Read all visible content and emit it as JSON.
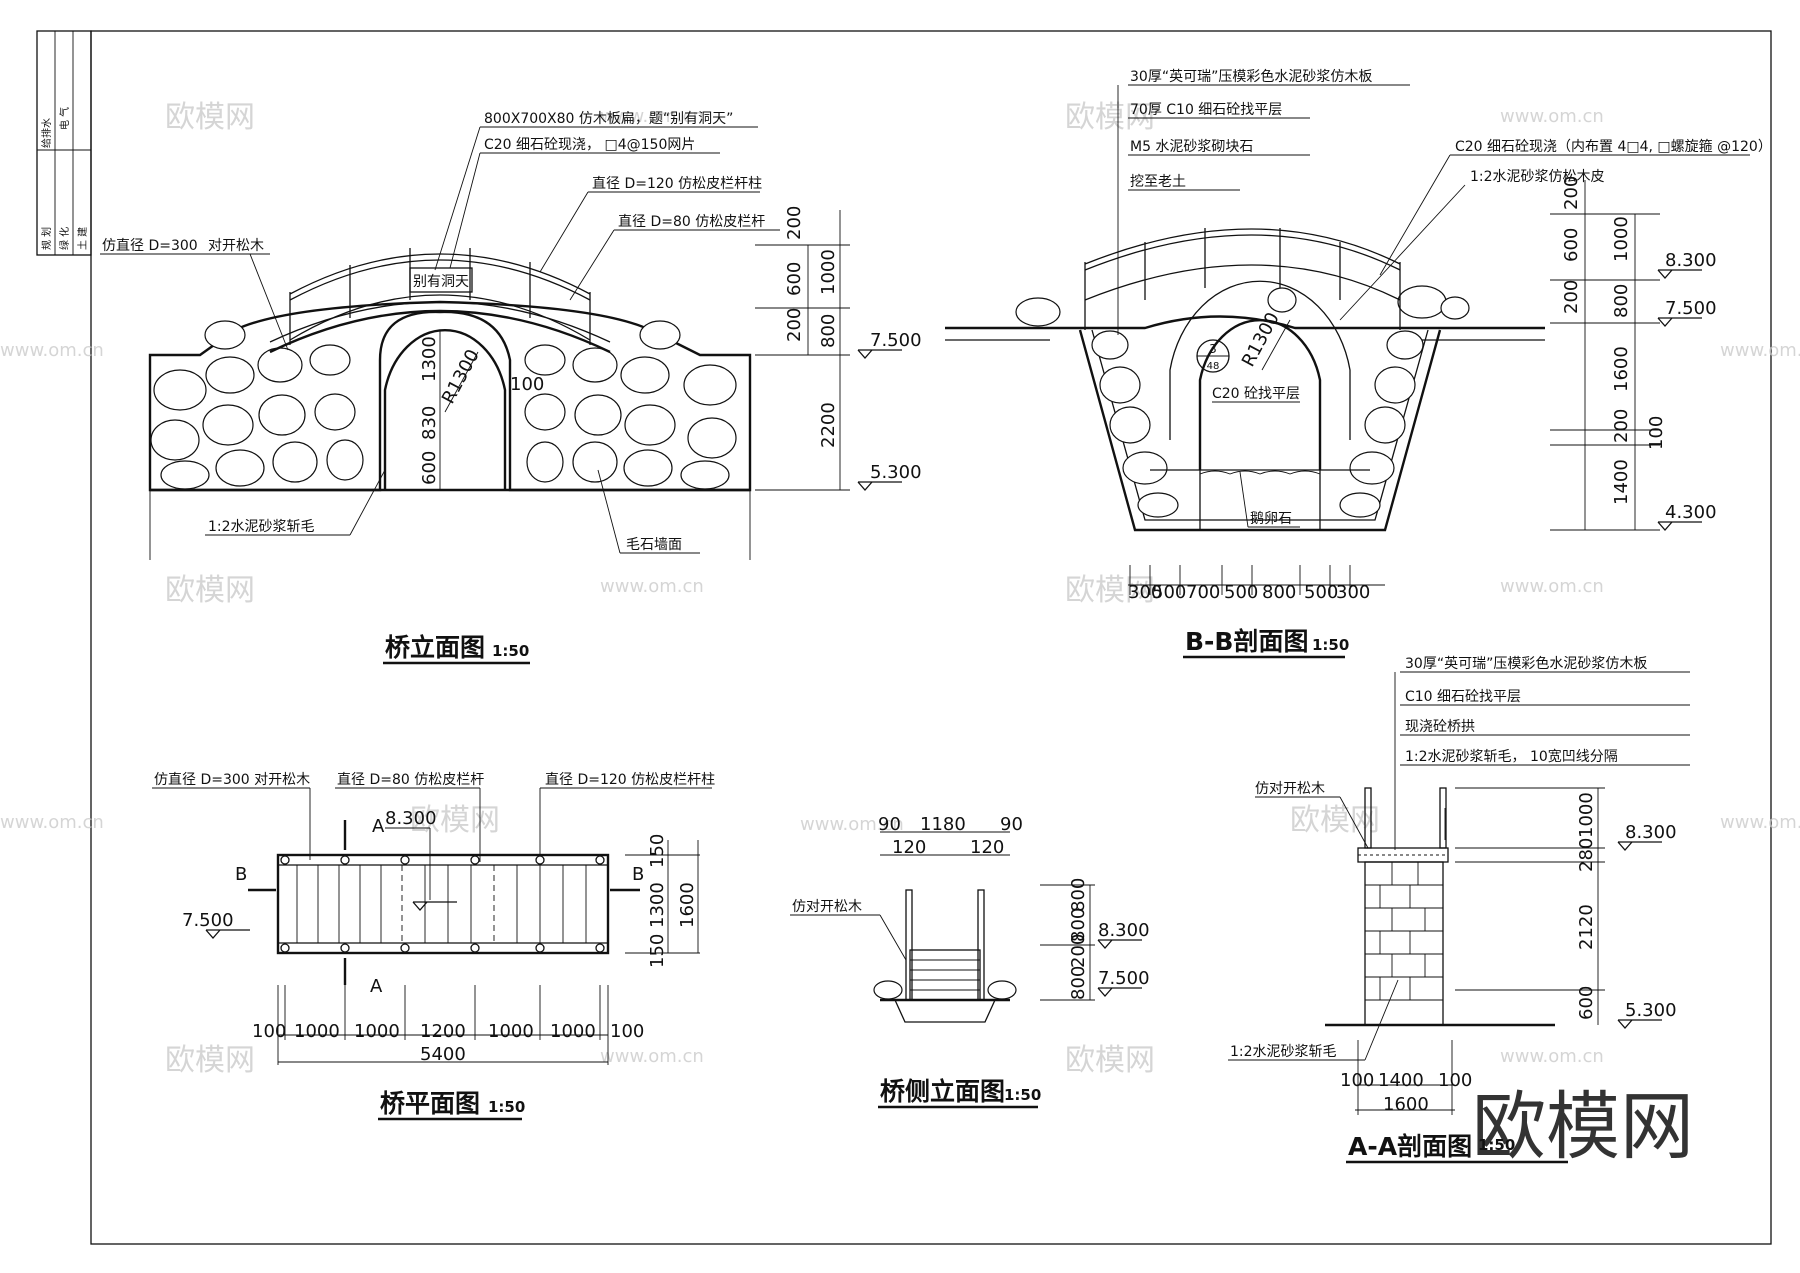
{
  "title_block": {
    "cells_top": [
      "给排水",
      "电 气"
    ],
    "cells_bottom": [
      "规 划",
      "绿 化",
      "土 建"
    ]
  },
  "watermark": {
    "brand": "欧模网",
    "url": "www.om.cn",
    "big": "欧模网"
  },
  "elevation": {
    "title": "桥立面图",
    "scale": "1:50",
    "notes": [
      "800X700X80  仿木板扁，题“别有洞天”",
      "C20 细石砼现浇，  □4@150网片",
      "直径 D=120  仿松皮栏杆柱",
      "直径 D=80  仿松皮栏杆",
      "仿直径 D=300",
      "对开松木",
      "1:2水泥砂浆斩毛",
      "毛石墙面"
    ],
    "plaque": "别有洞天",
    "radius": "R1300",
    "gap": "100",
    "dims_left": [
      "1300",
      "830",
      "600"
    ],
    "dims_right": [
      "200",
      "600",
      "1000",
      "200",
      "800",
      "2200"
    ],
    "levels": [
      "7.500",
      "5.300"
    ]
  },
  "section_bb": {
    "title": "B-B剖面图",
    "scale": "1:50",
    "notes": [
      "30厚“英可瑞”压模彩色水泥砂浆仿木板",
      "70厚 C10 细石砼找平层",
      "M5 水泥砂浆砌块石",
      "挖至老土",
      "C20 细石砼现浇（内布置  4□4, □螺旋箍 @120）",
      "1:2水泥砂浆仿松木皮",
      "C20 砼找平层",
      "鹅卵石"
    ],
    "callout": [
      "3",
      "48"
    ],
    "radius": "R1300",
    "dims_right": [
      "200",
      "600",
      "1000",
      "200",
      "800",
      "1600",
      "200",
      "100",
      "1400"
    ],
    "levels": [
      "8.300",
      "7.500",
      "4.300"
    ],
    "dims_bottom": [
      "300",
      "500",
      "700",
      "500",
      "800",
      "500",
      "300"
    ]
  },
  "plan": {
    "title": "桥平面图",
    "scale": "1:50",
    "notes": [
      "仿直径 D=300  对开松木",
      "直径 D=80  仿松皮栏杆",
      "直径 D=120  仿松皮栏杆柱"
    ],
    "cut_a": "A",
    "cut_b": "B",
    "levels": [
      "8.300",
      "7.500"
    ],
    "dims_right": [
      "150",
      "1300",
      "150",
      "1600"
    ],
    "dims_bottom": [
      "100",
      "1000",
      "1000",
      "1200",
      "1000",
      "1000",
      "100"
    ],
    "total": "5400"
  },
  "side": {
    "title": "桥侧立面图",
    "scale": "1:50",
    "note": "仿对开松木",
    "dims_top": [
      "90",
      "1180",
      "90",
      "120",
      "120"
    ],
    "dims_right": [
      "800",
      "800",
      "200",
      "800"
    ],
    "levels": [
      "8.300",
      "7.500"
    ]
  },
  "section_aa": {
    "title": "A-A剖面图",
    "scale": "1:50",
    "notes": [
      "30厚“英可瑞”压模彩色水泥砂浆仿木板",
      "C10 细石砼找平层",
      "现浇砼桥拱",
      "1:2水泥砂浆斩毛，   10宽凹线分隔",
      "仿对开松木",
      "1:2水泥砂浆斩毛"
    ],
    "dims_right": [
      "280",
      "1000",
      "2120",
      "600"
    ],
    "levels": [
      "8.300",
      "5.300"
    ],
    "dims_bottom": [
      "100",
      "1400",
      "100"
    ],
    "total": "1600"
  }
}
